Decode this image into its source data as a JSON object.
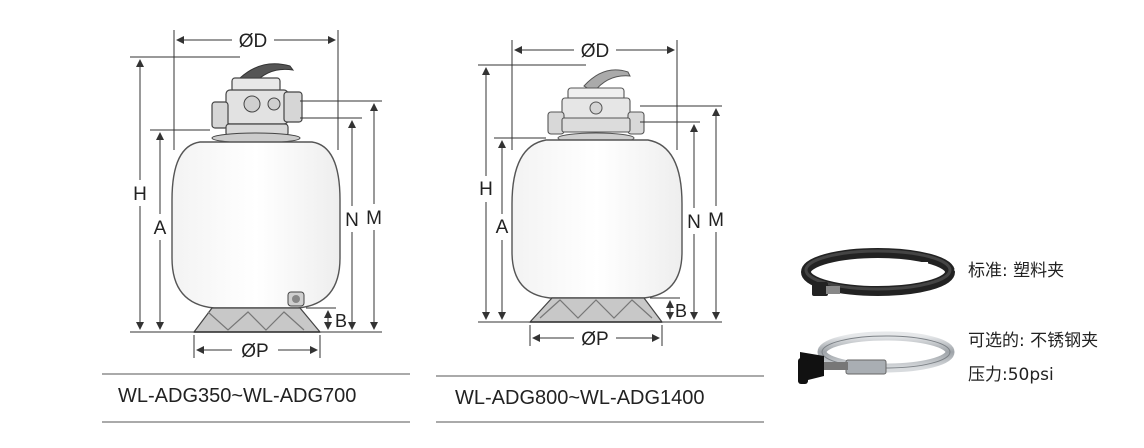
{
  "left_diagram": {
    "dims": {
      "D": "ØD",
      "H": "H",
      "A": "A",
      "N": "N",
      "M": "M",
      "B": "B",
      "P": "ØP"
    },
    "model_range": "WL-ADG350~WL-ADG700"
  },
  "right_diagram": {
    "dims": {
      "D": "ØD",
      "H": "H",
      "A": "A",
      "N": "N",
      "M": "M",
      "B": "B",
      "P": "ØP"
    },
    "model_range": "WL-ADG800~WL-ADG1400"
  },
  "clamps": {
    "standard_label": "标准: 塑料夹",
    "optional_label": "可选的: 不锈钢夹",
    "pressure_label": "压力:50psi"
  },
  "colors": {
    "line": "#333333",
    "tank_stroke": "#555555",
    "plastic_clamp": "#222222",
    "steel_clamp": "#b8bcc0"
  }
}
